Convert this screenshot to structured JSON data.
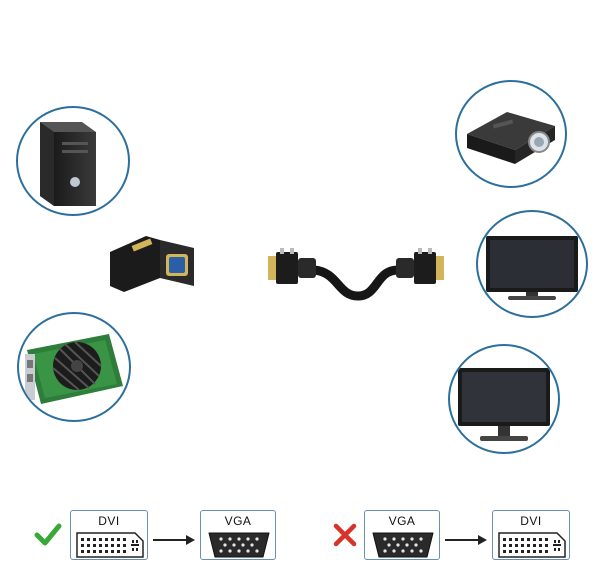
{
  "devices_left": {
    "pc_tower": "pc-tower",
    "graphics_card": "graphics-card"
  },
  "devices_right": {
    "projector": "projector",
    "tv": "tv",
    "monitor": "monitor"
  },
  "compat": {
    "valid": {
      "from_label": "DVI",
      "to_label": "VGA",
      "status_icon": "check-icon",
      "status_color": "#3aa838"
    },
    "invalid": {
      "from_label": "VGA",
      "to_label": "DVI",
      "status_icon": "cross-icon",
      "status_color": "#d8322b"
    }
  },
  "colors": {
    "ring": "#2d6f9c",
    "box_border": "#6a8fb5",
    "gold": "#d4b45a"
  }
}
